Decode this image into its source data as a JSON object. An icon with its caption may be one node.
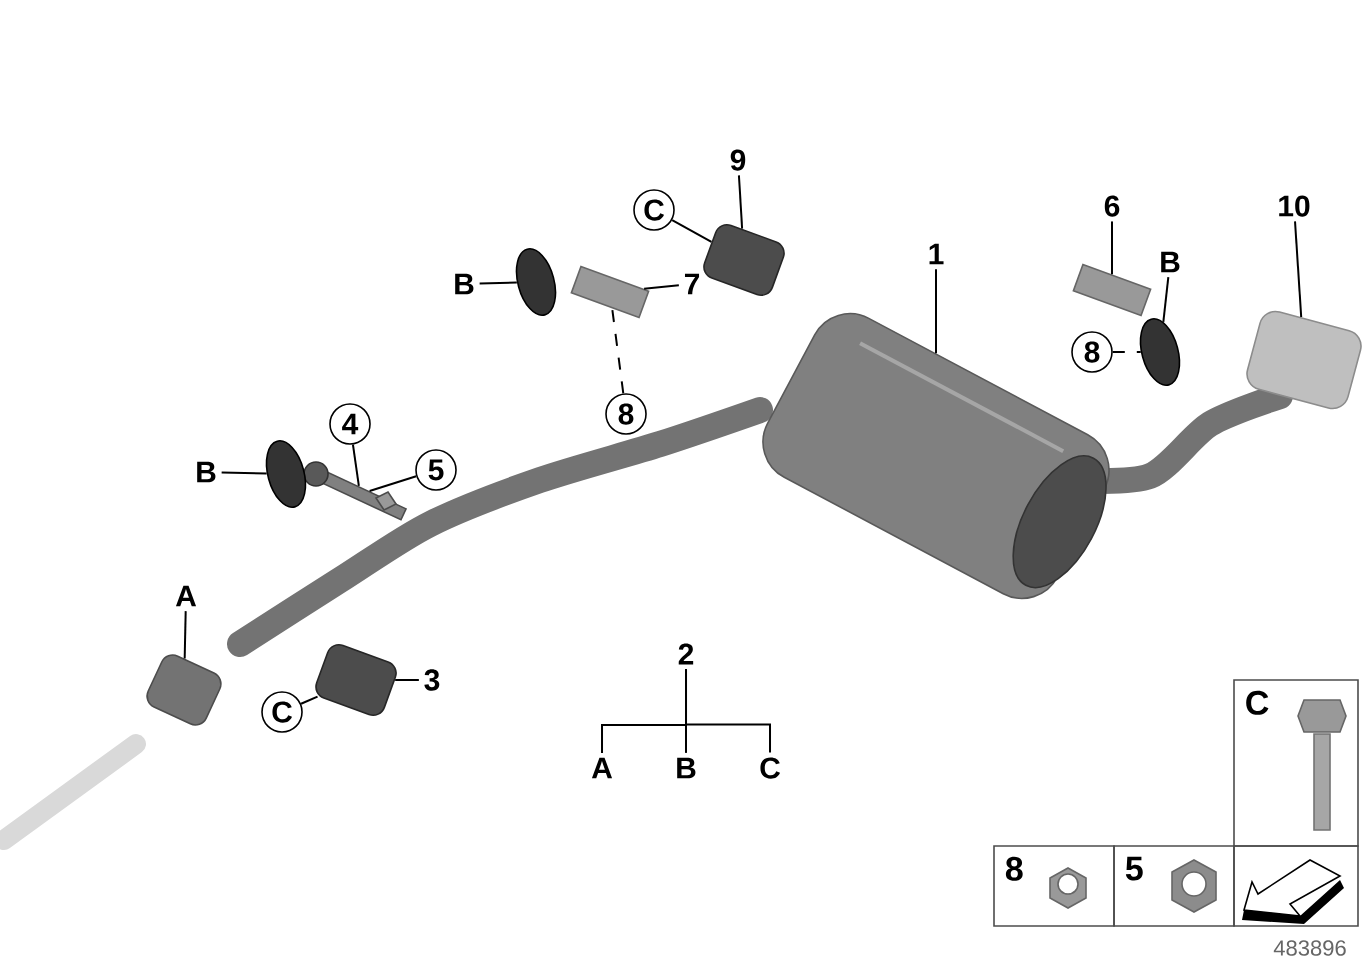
{
  "diagram": {
    "nodes": [
      {
        "text": [
          "9"
        ]
      },
      {
        "text": [
          "C"
        ]
      },
      {
        "text": [
          "10"
        ]
      },
      {
        "text": [
          "6"
        ]
      },
      {
        "text": [
          "1"
        ]
      },
      {
        "text": [
          "B"
        ]
      },
      {
        "text": [
          "7"
        ]
      },
      {
        "text": [
          "B"
        ]
      },
      {
        "text": [
          "8"
        ]
      },
      {
        "text": [
          "4"
        ]
      },
      {
        "text": [
          "5"
        ]
      },
      {
        "text": [
          "8"
        ]
      },
      {
        "text": [
          "B"
        ]
      },
      {
        "text": [
          "A"
        ]
      },
      {
        "text": [
          "2"
        ]
      },
      {
        "text": [
          "3"
        ]
      },
      {
        "text": [
          "C"
        ]
      },
      {
        "text": [
          "A"
        ]
      },
      {
        "text": [
          "B"
        ]
      },
      {
        "text": [
          "C"
        ]
      },
      {
        "text": [
          "C"
        ]
      },
      {
        "text": [
          "8"
        ]
      },
      {
        "text": [
          "5"
        ]
      },
      {
        "text": [],
        "shape": "box"
      },
      {
        "text": [],
        "shape": "picture"
      },
      {
        "text": [],
        "shape": "picture"
      },
      {
        "text": [],
        "shape": "picture"
      },
      {
        "text": [],
        "shape": "picture"
      },
      {
        "text": [],
        "shape": "picture"
      },
      {
        "text": [],
        "shape": "picture"
      },
      {
        "text": [],
        "shape": "picture"
      },
      {
        "text": [],
        "shape": "picture"
      },
      {
        "text": [],
        "shape": "picture"
      },
      {
        "text": [],
        "shape": "picture"
      },
      {
        "text": [],
        "shape": "picture"
      }
    ],
    "edges": [
      {
        "from": 0,
        "to": 24,
        "arrow": "none"
      },
      {
        "from": 1,
        "to": 24,
        "arrow": "none"
      },
      {
        "from": 2,
        "to": 25,
        "arrow": "none"
      },
      {
        "from": 3,
        "to": 26,
        "arrow": "none"
      },
      {
        "from": 4,
        "to": 27,
        "arrow": "none"
      },
      {
        "from": 5,
        "to": 28,
        "arrow": "none"
      },
      {
        "from": 6,
        "to": 29,
        "arrow": "none"
      },
      {
        "from": 7,
        "to": 30,
        "arrow": "none"
      },
      {
        "from": 8,
        "to": 30,
        "arrow": "none",
        "style": "dashed"
      },
      {
        "from": 9,
        "to": 31,
        "arrow": "none"
      },
      {
        "from": 10,
        "to": 31,
        "arrow": "none"
      },
      {
        "from": 11,
        "to": 29,
        "arrow": "none",
        "style": "dashed"
      },
      {
        "from": 12,
        "to": 32,
        "arrow": "none"
      },
      {
        "from": 13,
        "to": 33,
        "arrow": "none"
      },
      {
        "from": 14,
        "to": 17,
        "arrow": "none"
      },
      {
        "from": 14,
        "to": 18,
        "arrow": "none"
      },
      {
        "from": 14,
        "to": 19,
        "arrow": "none"
      },
      {
        "from": 15,
        "to": 34,
        "arrow": "none"
      },
      {
        "from": 16,
        "to": 34,
        "arrow": "none"
      }
    ],
    "labels": [
      "483896"
    ]
  }
}
